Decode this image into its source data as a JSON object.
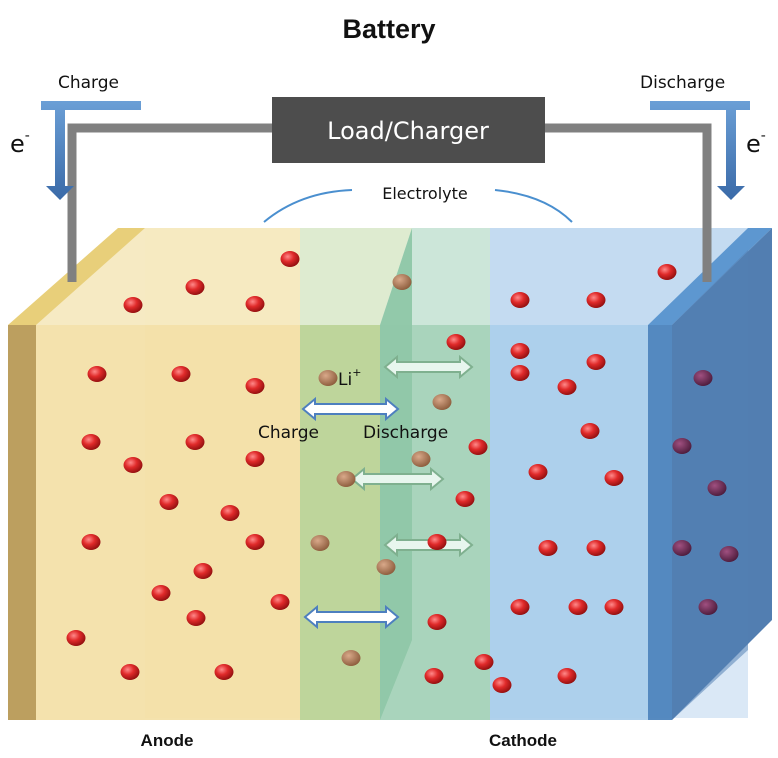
{
  "title": "Battery",
  "load_label": "Load/Charger",
  "charge_label": "Charge",
  "discharge_label": "Discharge",
  "electron_symbol": "e",
  "electron_charge": "-",
  "electrolyte_label": "Electrolyte",
  "ion_symbol": "Li",
  "ion_charge": "+",
  "ion_charge_label": "Charge",
  "ion_discharge_label": "Discharge",
  "anode_label": "Anode",
  "cathode_label": "Cathode",
  "colors": {
    "anode": "#f3dfa4",
    "anode_plate": "#c9ad6a",
    "electrolyte": "#a9cc96",
    "separator": "#7fbf9a",
    "cathode": "#a9cdea",
    "cathode_plate": "#4d84bd",
    "ion": "#d92525",
    "wire": "#808080",
    "load_box": "#4d4d4d",
    "arrow": "#4a7dbf"
  }
}
